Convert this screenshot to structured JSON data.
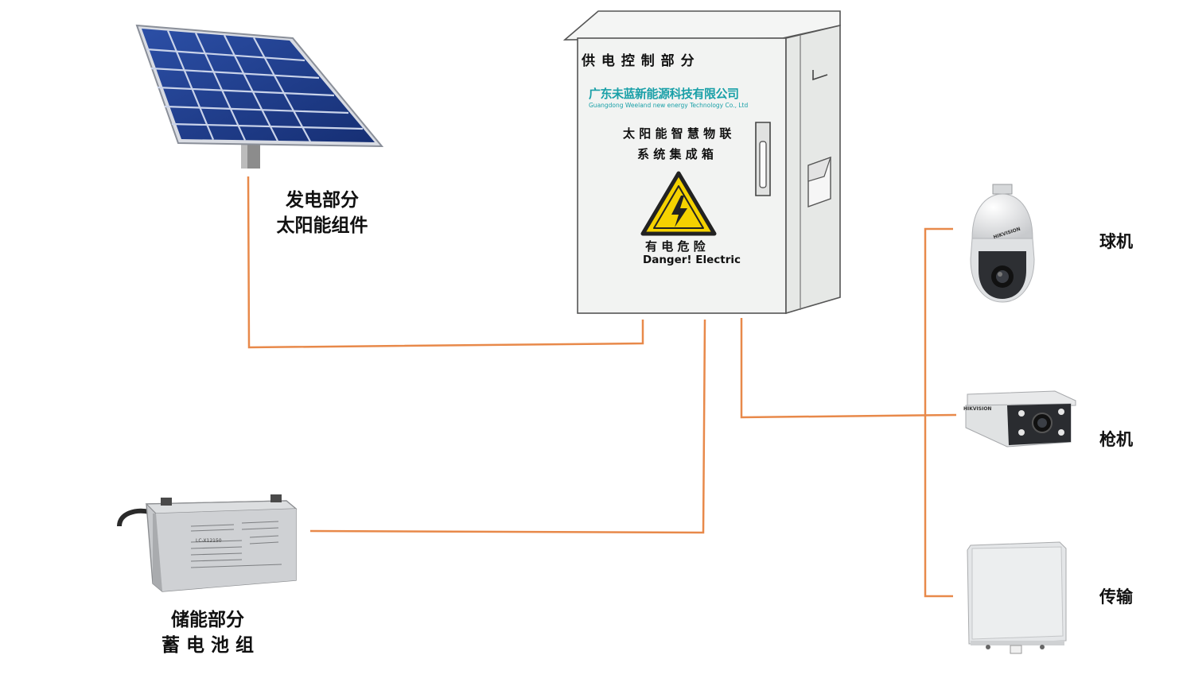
{
  "labels": {
    "generation_line1": "发电部分",
    "generation_line2": "太阳能组件",
    "storage_line1": "储能部分",
    "storage_line2": "蓄 电 池 组"
  },
  "cabinet": {
    "title": "供 电 控 制 部 分",
    "company_cn": "广东未蓝新能源科技有限公司",
    "company_en": "Guangdong Weeland new energy Technology Co., Ltd",
    "product_line1": "太 阳 能 智 慧 物 联",
    "product_line2": "系 统 集 成 箱",
    "warning_cn": "有 电 危 险",
    "warning_en": "Danger! Electric"
  },
  "battery": {
    "model": "LC-X12150"
  },
  "devices": {
    "dome": "球机",
    "bullet": "枪机",
    "transmission": "传输",
    "dome_brand": "HIKVISION",
    "bullet_brand": "HIKVISION"
  },
  "colors": {
    "wire": "#e8894a",
    "accent_text": "#1aa0a8",
    "warning_yellow": "#f5d200"
  }
}
